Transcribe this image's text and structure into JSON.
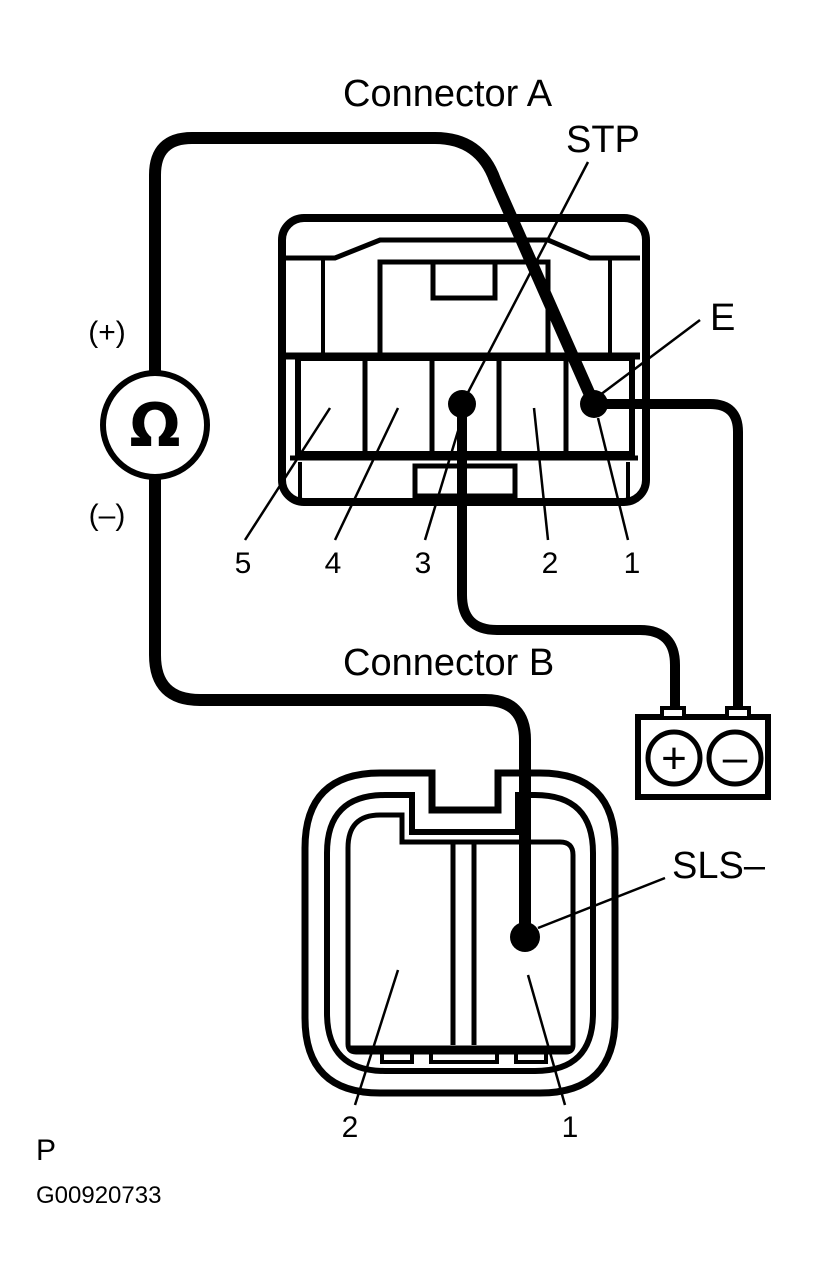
{
  "connector_a": {
    "title": "Connector A",
    "terminal_stp": "STP",
    "terminal_e": "E",
    "pins": [
      "5",
      "4",
      "3",
      "2",
      "1"
    ]
  },
  "connector_b": {
    "title": "Connector B",
    "terminal_sls": "SLS–",
    "pins": [
      "2",
      "1"
    ]
  },
  "ohmmeter": {
    "symbol": "Ω",
    "positive": "(+)",
    "negative": "(–)"
  },
  "battery": {
    "positive_symbol": "+",
    "negative_symbol": "–"
  },
  "footer": {
    "view_code": "P",
    "figure_id": "G00920733"
  }
}
